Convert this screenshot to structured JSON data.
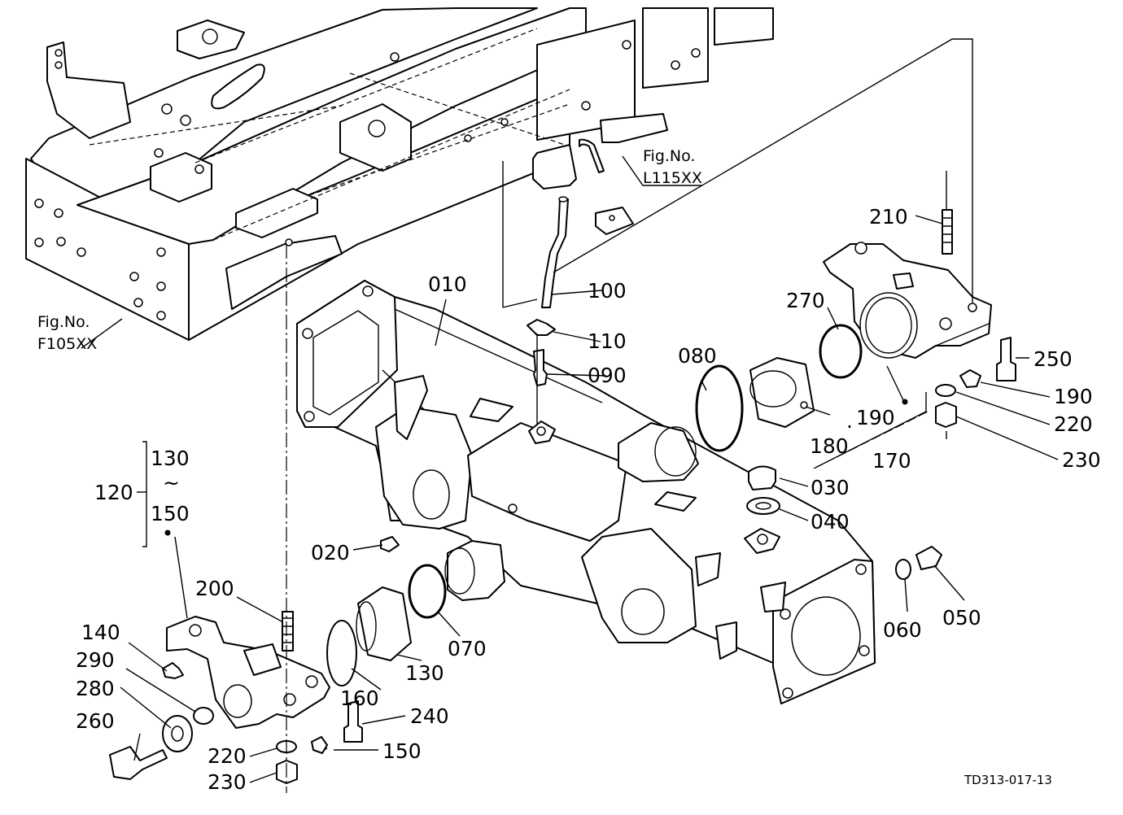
{
  "figure_refs": {
    "frame": {
      "line1": "Fig.No.",
      "line2": "F105XX"
    },
    "hose": {
      "line1": "Fig.No.",
      "line2": "L115XX"
    }
  },
  "labels": {
    "p010": "010",
    "p020": "020",
    "p030": "030",
    "p040": "040",
    "p050": "050",
    "p060": "060",
    "p070": "070",
    "p080": "080",
    "p090": "090",
    "p100": "100",
    "p110": "110",
    "p120": "120",
    "p130a": "130",
    "p130b": "130",
    "p140": "140",
    "p150a": "150",
    "p150b": "150",
    "p160": "160",
    "p170": "170",
    "p180": "180",
    "p190a": "190",
    "p190b": "190",
    "p200": "200",
    "p210": "210",
    "p220a": "220",
    "p220b": "220",
    "p230a": "230",
    "p230b": "230",
    "p240": "240",
    "p250": "250",
    "p260": "260",
    "p270": "270",
    "p280": "280",
    "p290": "290",
    "tilde": "~",
    "dot": "·"
  },
  "drawing_code": "TD313-017-13"
}
